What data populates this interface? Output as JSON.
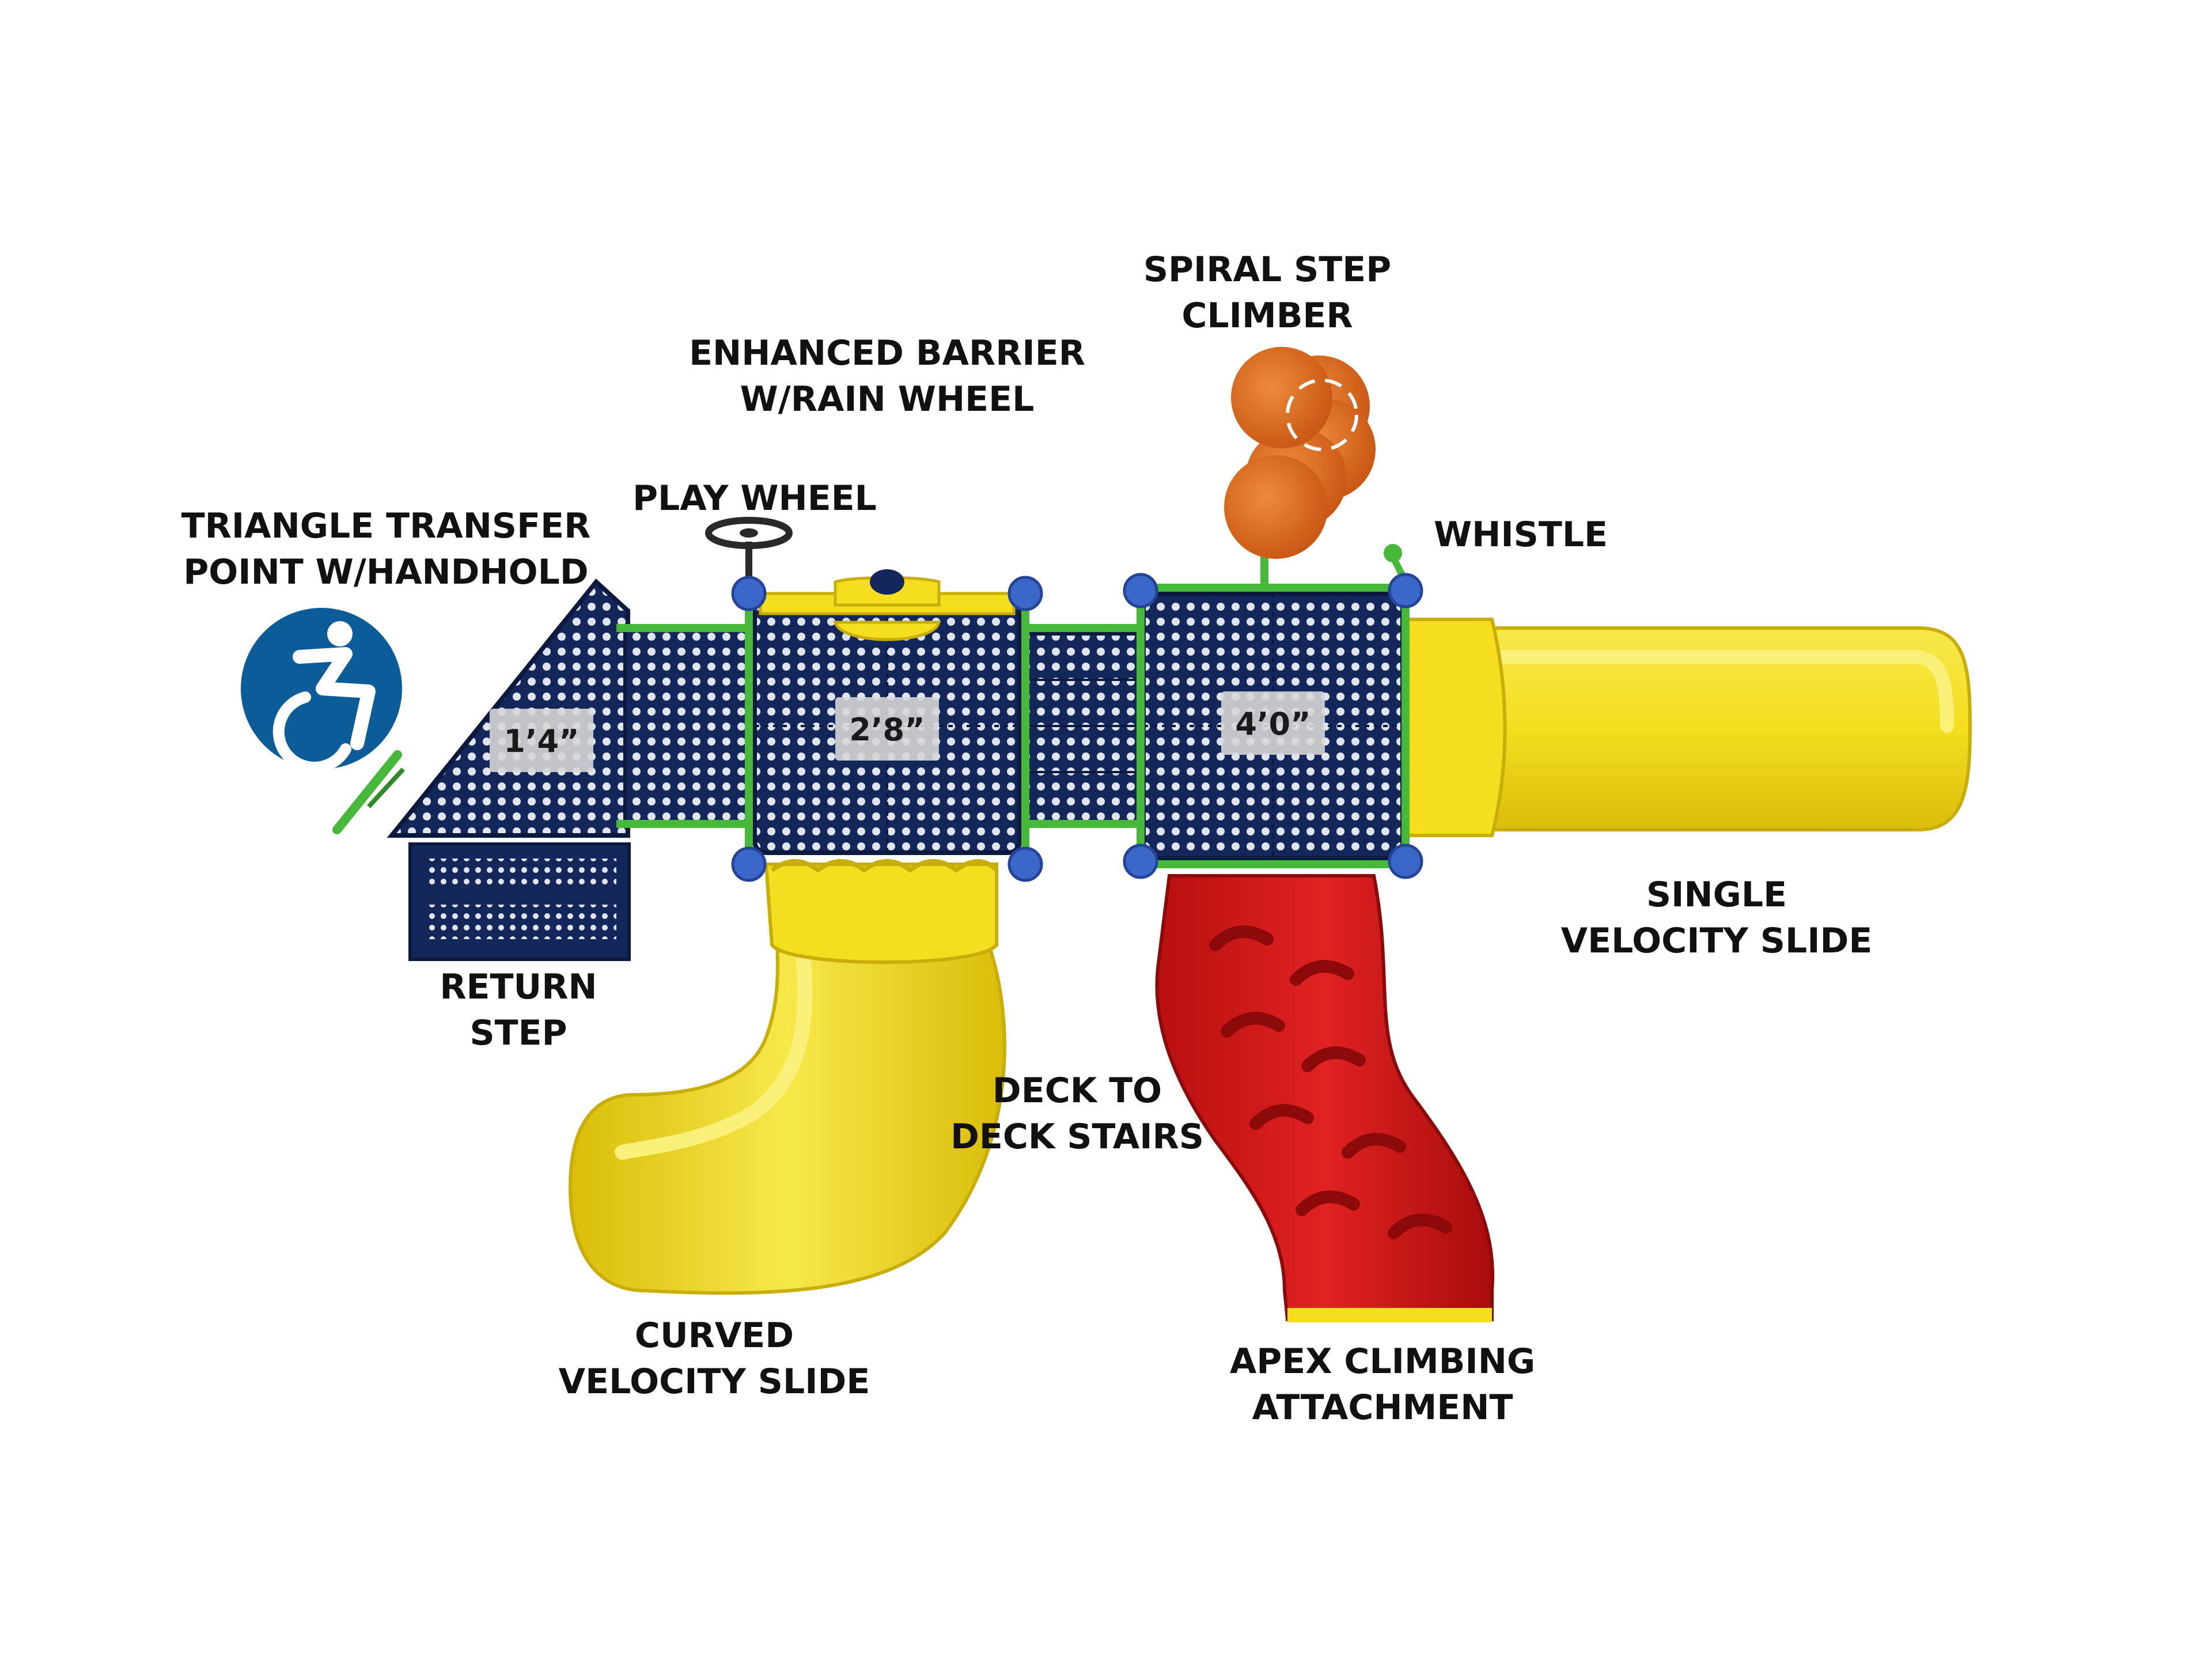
{
  "labels": {
    "spiral_step_climber": [
      "SPIRAL STEP",
      "CLIMBER"
    ],
    "enhanced_barrier": [
      "ENHANCED BARRIER",
      "W/RAIN WHEEL"
    ],
    "play_wheel": [
      "PLAY WHEEL"
    ],
    "triangle_transfer": [
      "TRIANGLE TRANSFER",
      "POINT W/HANDHOLD"
    ],
    "whistle": [
      "WHISTLE"
    ],
    "return_step": [
      "RETURN",
      "STEP"
    ],
    "single_velocity_slide": [
      "SINGLE",
      "VELOCITY SLIDE"
    ],
    "deck_to_deck_stairs": [
      "DECK TO",
      "DECK STAIRS"
    ],
    "curved_velocity_slide": [
      "CURVED",
      "VELOCITY SLIDE"
    ],
    "apex_climbing": [
      "APEX CLIMBING",
      "ATTACHMENT"
    ]
  },
  "deck_heights": {
    "triangle": "1’4”",
    "middle": "2’8”",
    "right": "4’0”"
  },
  "icons": {
    "accessibility": "wheelchair-icon"
  },
  "colors": {
    "deck_navy": "#14275a",
    "slide_yellow": "#f4de1f",
    "climber_red": "#d41616",
    "spiral_orange": "#d9621a",
    "rail_green": "#46b83a",
    "clamp_blue": "#3a67c8",
    "badge_blue": "#0b5c99"
  }
}
